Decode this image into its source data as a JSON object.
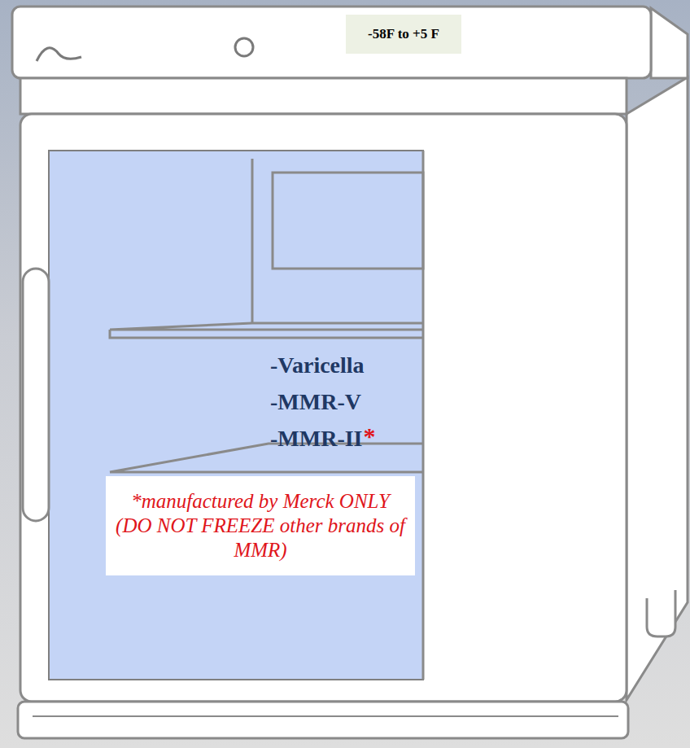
{
  "diagram": {
    "nodes": [
      {
        "text": [
          "-58F to +5 F"
        ]
      },
      {
        "text": [
          "*manufactured by Merck ONLY (DO NOT FREEZE other brands of MMR)"
        ]
      }
    ],
    "labels": [
      "-Varicella",
      "-MMR-V",
      "-MMR-II",
      "*"
    ]
  }
}
